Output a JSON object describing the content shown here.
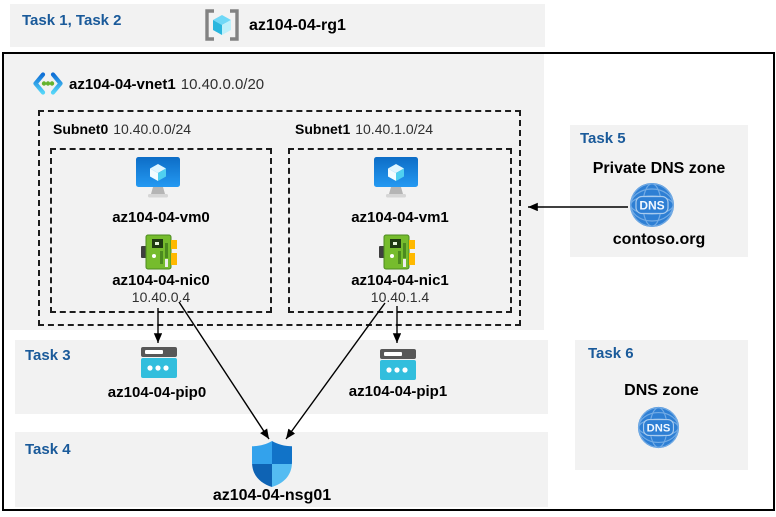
{
  "task12": {
    "label": "Task 1, Task 2",
    "resource_group": "az104-04-rg1"
  },
  "vnet": {
    "name": "az104-04-vnet1",
    "cidr": "10.40.0.0/20"
  },
  "subnets": [
    {
      "name": "Subnet0",
      "cidr": "10.40.0.0/24",
      "vm": "az104-04-vm0",
      "nic": "az104-04-nic0",
      "ip": "10.40.0.4"
    },
    {
      "name": "Subnet1",
      "cidr": "10.40.1.0/24",
      "vm": "az104-04-vm1",
      "nic": "az104-04-nic1",
      "ip": "10.40.1.4"
    }
  ],
  "task3": {
    "label": "Task 3",
    "pip0": "az104-04-pip0",
    "pip1": "az104-04-pip1"
  },
  "task4": {
    "label": "Task 4",
    "nsg": "az104-04-nsg01"
  },
  "task5": {
    "label": "Task 5",
    "title": "Private DNS zone",
    "zone": "contoso.org",
    "icon_text": "DNS"
  },
  "task6": {
    "label": "Task 6",
    "title": "DNS zone",
    "icon_text": "DNS"
  },
  "colors": {
    "task_blue": "#1A5A9A",
    "band_gray": "#F2F2F2"
  }
}
